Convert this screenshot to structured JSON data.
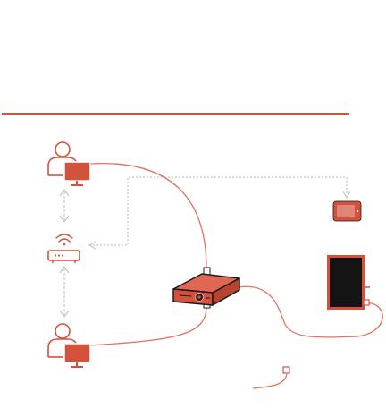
{
  "diagram": {
    "nodes": [
      {
        "id": "user-workstation-top",
        "icons": [
          "user-icon",
          "monitor-icon"
        ]
      },
      {
        "id": "wifi-router",
        "icons": [
          "wifi-icon",
          "router-icon"
        ]
      },
      {
        "id": "user-workstation-bottom",
        "icons": [
          "user-icon",
          "monitor-icon"
        ]
      },
      {
        "id": "central-hub",
        "icons": [
          "hub-device-icon"
        ]
      },
      {
        "id": "tablet",
        "icons": [
          "tablet-icon"
        ]
      },
      {
        "id": "display-panel",
        "icons": [
          "display-panel-icon"
        ]
      },
      {
        "id": "cable-end-plug",
        "icons": [
          "plug-icon"
        ]
      }
    ],
    "links": [
      {
        "from": "user-workstation-top",
        "to": "wifi-router",
        "style": "gray-dashed-bidirectional"
      },
      {
        "from": "wifi-router",
        "to": "user-workstation-bottom",
        "style": "gray-dashed-bidirectional"
      },
      {
        "from": "user-workstation-top",
        "to": "central-hub",
        "style": "orange-cable"
      },
      {
        "from": "user-workstation-bottom",
        "to": "central-hub",
        "style": "orange-cable"
      },
      {
        "from": "central-hub",
        "to": "display-panel",
        "style": "orange-cable"
      },
      {
        "from": "wifi-router",
        "to": "tablet",
        "style": "gray-arrow-unidirectional"
      }
    ]
  },
  "colors": {
    "accent": "#d4513c",
    "cable": "#e0735e",
    "line_gray": "#c4c4c4",
    "dark": "#1a1a1a",
    "white": "#ffffff"
  }
}
